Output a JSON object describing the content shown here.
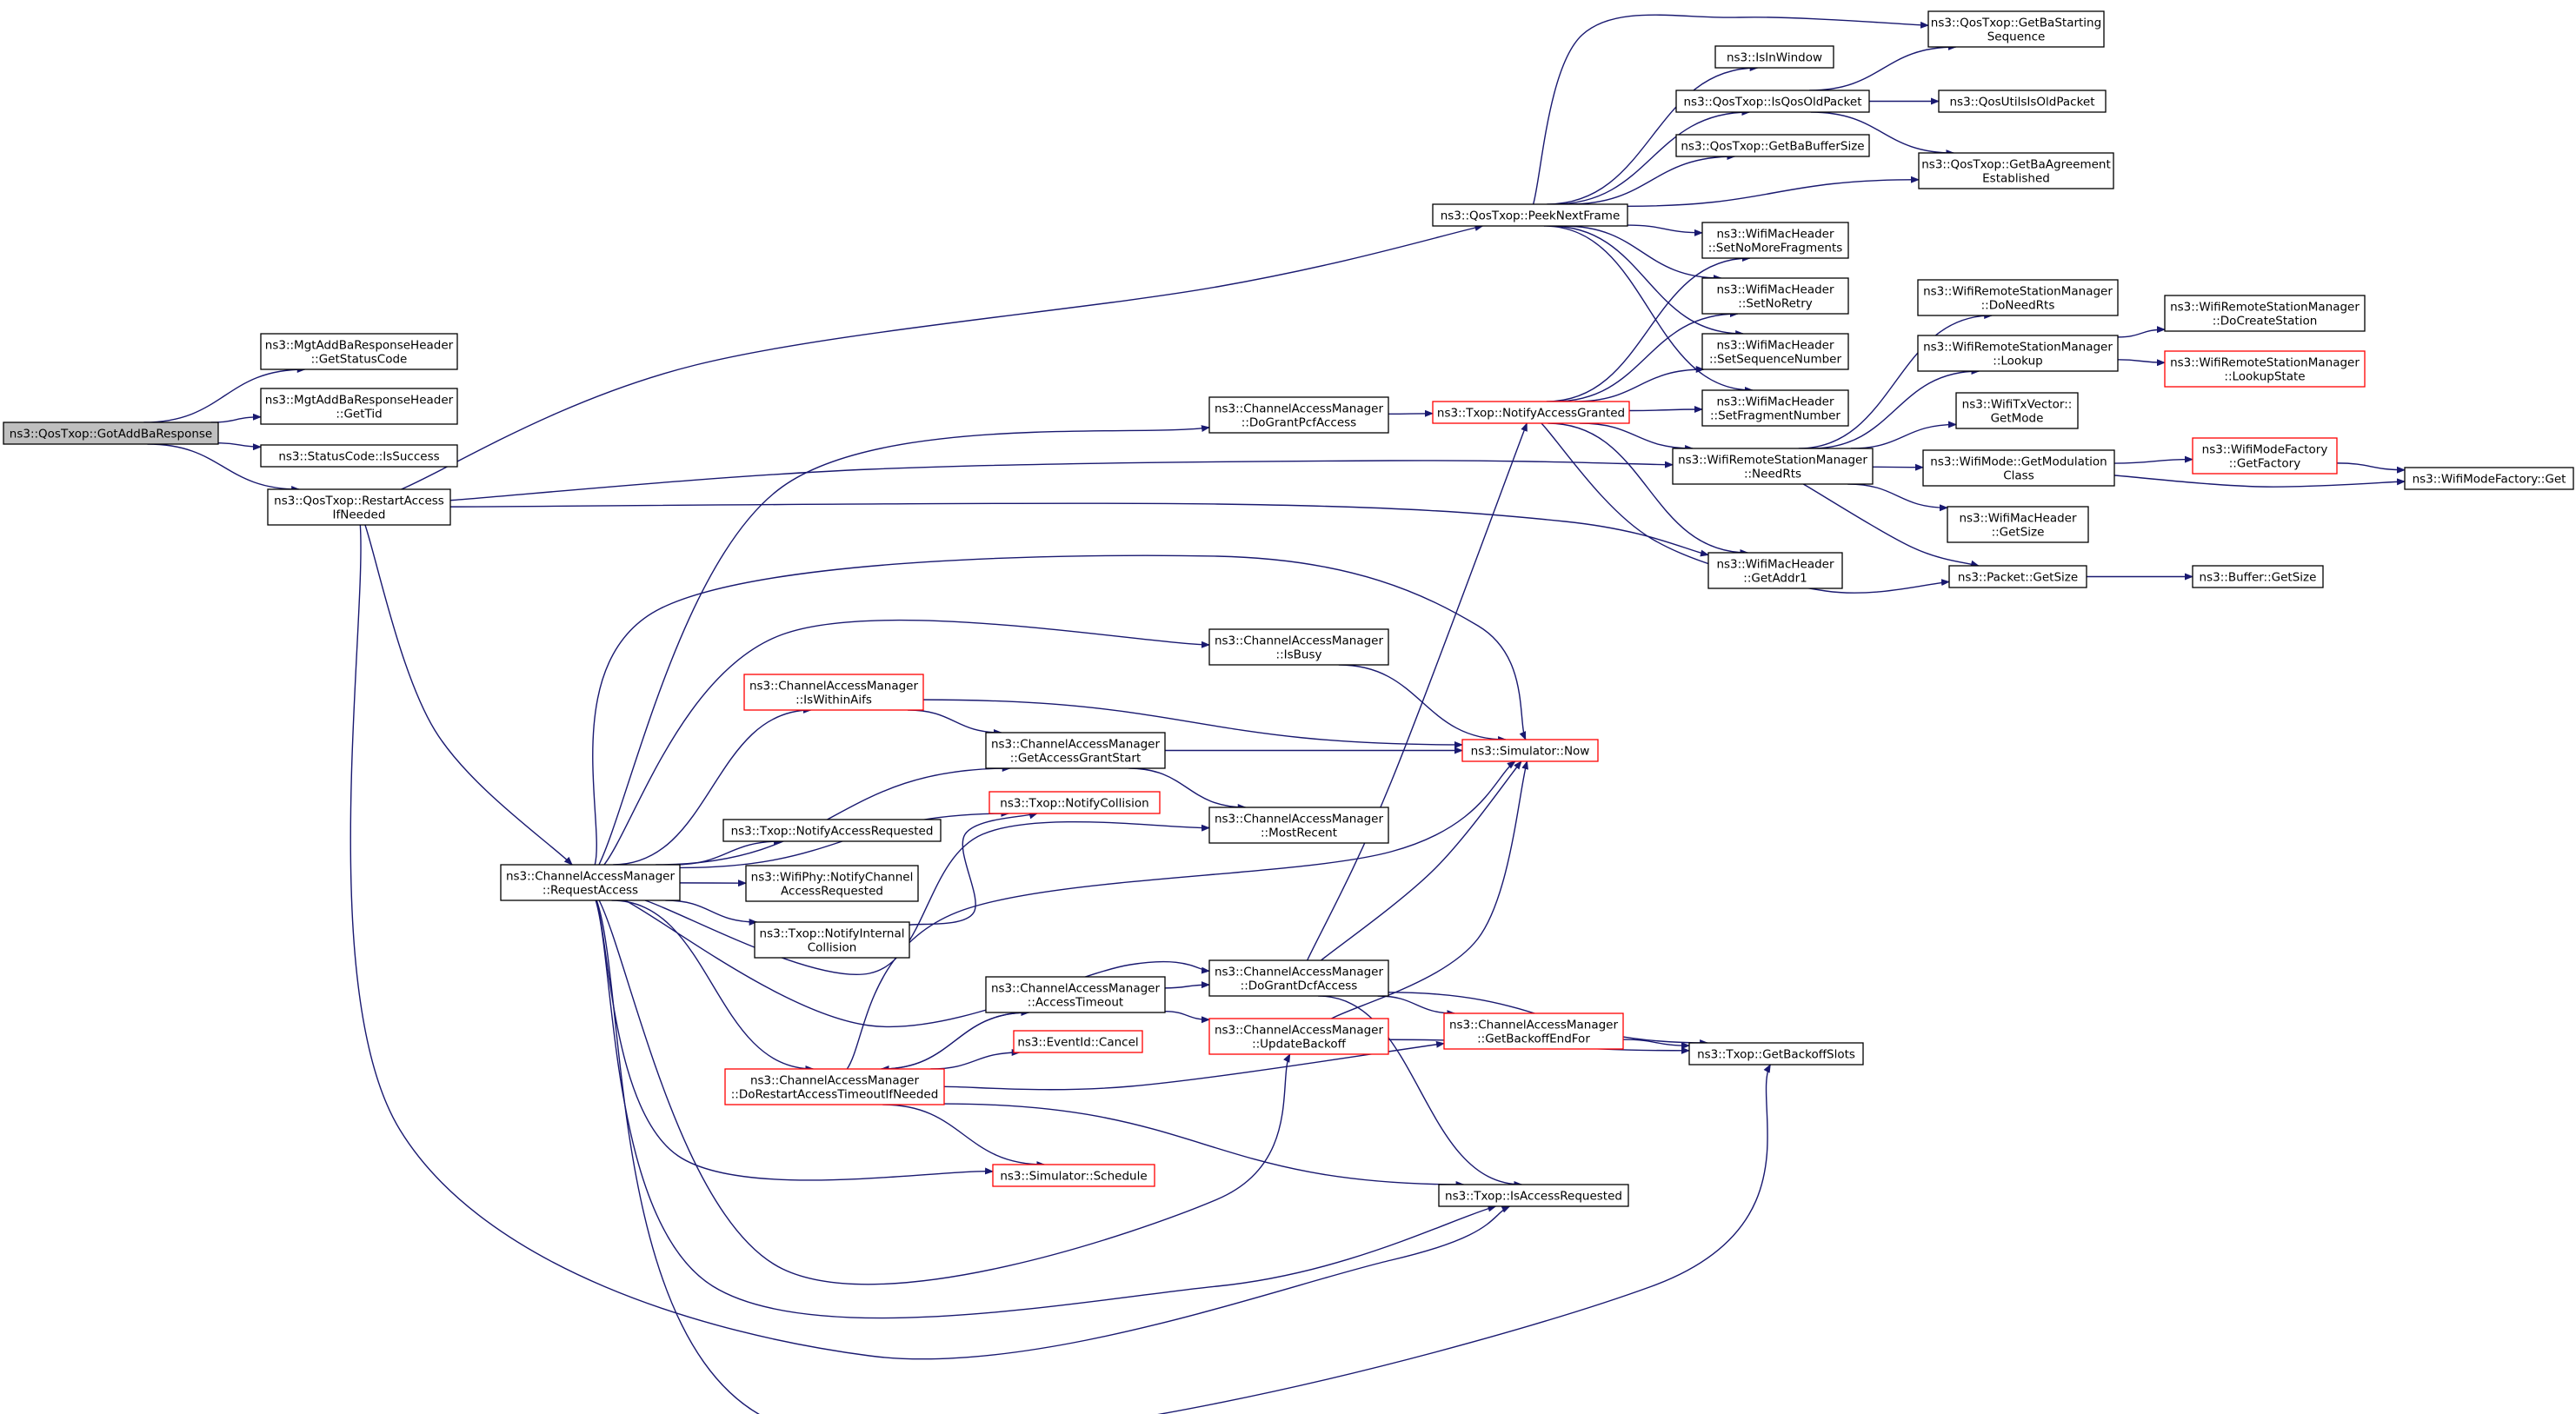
{
  "colors": {
    "edge": "#191970",
    "node_border": "#000000",
    "node_border_truncated": "#ff0000",
    "root_fill": "#bfbfbf",
    "node_fill": "#ffffff",
    "text": "#000000"
  },
  "nodes": [
    {
      "id": "got_add_ba_response",
      "lines": [
        "ns3::QosTxop::GotAddBaResponse"
      ],
      "style": "root"
    },
    {
      "id": "mgt_get_status_code",
      "lines": [
        "ns3::MgtAddBaResponseHeader",
        "::GetStatusCode"
      ]
    },
    {
      "id": "mgt_get_tid",
      "lines": [
        "ns3::MgtAddBaResponseHeader",
        "::GetTid"
      ]
    },
    {
      "id": "status_is_success",
      "lines": [
        "ns3::StatusCode::IsSuccess"
      ]
    },
    {
      "id": "restart_access_if_needed",
      "lines": [
        "ns3::QosTxop::RestartAccess",
        "IfNeeded"
      ]
    },
    {
      "id": "peek_next_frame",
      "lines": [
        "ns3::QosTxop::PeekNextFrame"
      ]
    },
    {
      "id": "get_ba_starting_sequence",
      "lines": [
        "ns3::QosTxop::GetBaStarting",
        "Sequence"
      ]
    },
    {
      "id": "is_in_window",
      "lines": [
        "ns3::IsInWindow"
      ]
    },
    {
      "id": "is_qos_old_packet",
      "lines": [
        "ns3::QosTxop::IsQosOldPacket"
      ]
    },
    {
      "id": "qos_utils_is_old_packet",
      "lines": [
        "ns3::QosUtilsIsOldPacket"
      ]
    },
    {
      "id": "get_ba_buffer_size",
      "lines": [
        "ns3::QosTxop::GetBaBufferSize"
      ]
    },
    {
      "id": "get_ba_agreement_established",
      "lines": [
        "ns3::QosTxop::GetBaAgreement",
        "Established"
      ]
    },
    {
      "id": "set_no_more_fragments",
      "lines": [
        "ns3::WifiMacHeader",
        "::SetNoMoreFragments"
      ]
    },
    {
      "id": "set_no_retry",
      "lines": [
        "ns3::WifiMacHeader",
        "::SetNoRetry"
      ]
    },
    {
      "id": "set_sequence_number",
      "lines": [
        "ns3::WifiMacHeader",
        "::SetSequenceNumber"
      ]
    },
    {
      "id": "set_fragment_number",
      "lines": [
        "ns3::WifiMacHeader",
        "::SetFragmentNumber"
      ]
    },
    {
      "id": "do_grant_pcf_access",
      "lines": [
        "ns3::ChannelAccessManager",
        "::DoGrantPcfAccess"
      ]
    },
    {
      "id": "notify_access_granted",
      "lines": [
        "ns3::Txop::NotifyAccessGranted"
      ],
      "style": "truncated"
    },
    {
      "id": "wrsm_need_rts",
      "lines": [
        "ns3::WifiRemoteStationManager",
        "::NeedRts"
      ]
    },
    {
      "id": "wrsm_do_need_rts",
      "lines": [
        "ns3::WifiRemoteStationManager",
        "::DoNeedRts"
      ]
    },
    {
      "id": "wrsm_lookup",
      "lines": [
        "ns3::WifiRemoteStationManager",
        "::Lookup"
      ]
    },
    {
      "id": "wrsm_do_create_station",
      "lines": [
        "ns3::WifiRemoteStationManager",
        "::DoCreateStation"
      ]
    },
    {
      "id": "wrsm_lookup_state",
      "lines": [
        "ns3::WifiRemoteStationManager",
        "::LookupState"
      ],
      "style": "truncated"
    },
    {
      "id": "wifi_tx_vector_get_mode",
      "lines": [
        "ns3::WifiTxVector::",
        "GetMode"
      ]
    },
    {
      "id": "wifi_mode_get_modulation_class",
      "lines": [
        "ns3::WifiMode::GetModulation",
        "Class"
      ]
    },
    {
      "id": "wifi_mode_factory_get_factory",
      "lines": [
        "ns3::WifiModeFactory",
        "::GetFactory"
      ],
      "style": "truncated"
    },
    {
      "id": "wifi_mode_factory_get",
      "lines": [
        "ns3::WifiModeFactory::Get"
      ]
    },
    {
      "id": "wifi_mac_header_get_size",
      "lines": [
        "ns3::WifiMacHeader",
        "::GetSize"
      ]
    },
    {
      "id": "wifi_mac_header_get_addr1",
      "lines": [
        "ns3::WifiMacHeader",
        "::GetAddr1"
      ]
    },
    {
      "id": "packet_get_size",
      "lines": [
        "ns3::Packet::GetSize"
      ]
    },
    {
      "id": "buffer_get_size",
      "lines": [
        "ns3::Buffer::GetSize"
      ]
    },
    {
      "id": "cam_is_busy",
      "lines": [
        "ns3::ChannelAccessManager",
        "::IsBusy"
      ]
    },
    {
      "id": "cam_is_within_aifs",
      "lines": [
        "ns3::ChannelAccessManager",
        "::IsWithinAifs"
      ],
      "style": "truncated"
    },
    {
      "id": "simulator_now",
      "lines": [
        "ns3::Simulator::Now"
      ],
      "style": "truncated"
    },
    {
      "id": "cam_get_access_grant_start",
      "lines": [
        "ns3::ChannelAccessManager",
        "::GetAccessGrantStart"
      ]
    },
    {
      "id": "txop_notify_collision",
      "lines": [
        "ns3::Txop::NotifyCollision"
      ],
      "style": "truncated"
    },
    {
      "id": "cam_most_recent",
      "lines": [
        "ns3::ChannelAccessManager",
        "::MostRecent"
      ]
    },
    {
      "id": "txop_notify_access_requested",
      "lines": [
        "ns3::Txop::NotifyAccessRequested"
      ]
    },
    {
      "id": "cam_request_access",
      "lines": [
        "ns3::ChannelAccessManager",
        "::RequestAccess"
      ]
    },
    {
      "id": "wifi_phy_notify_channel_access_requested",
      "lines": [
        "ns3::WifiPhy::NotifyChannel",
        "AccessRequested"
      ]
    },
    {
      "id": "txop_notify_internal_collision",
      "lines": [
        "ns3::Txop::NotifyInternal",
        "Collision"
      ]
    },
    {
      "id": "cam_do_grant_dcf_access",
      "lines": [
        "ns3::ChannelAccessManager",
        "::DoGrantDcfAccess"
      ]
    },
    {
      "id": "cam_access_timeout",
      "lines": [
        "ns3::ChannelAccessManager",
        "::AccessTimeout"
      ]
    },
    {
      "id": "cam_update_backoff",
      "lines": [
        "ns3::ChannelAccessManager",
        "::UpdateBackoff"
      ],
      "style": "truncated"
    },
    {
      "id": "cam_get_backoff_end_for",
      "lines": [
        "ns3::ChannelAccessManager",
        "::GetBackoffEndFor"
      ],
      "style": "truncated"
    },
    {
      "id": "txop_get_backoff_slots",
      "lines": [
        "ns3::Txop::GetBackoffSlots"
      ]
    },
    {
      "id": "event_id_cancel",
      "lines": [
        "ns3::EventId::Cancel"
      ],
      "style": "truncated"
    },
    {
      "id": "cam_do_restart_access_timeout_if_needed",
      "lines": [
        "ns3::ChannelAccessManager",
        "::DoRestartAccessTimeoutIfNeeded"
      ],
      "style": "truncated"
    },
    {
      "id": "simulator_schedule",
      "lines": [
        "ns3::Simulator::Schedule"
      ],
      "style": "truncated"
    },
    {
      "id": "txop_is_access_requested",
      "lines": [
        "ns3::Txop::IsAccessRequested"
      ]
    }
  ],
  "edges": [
    [
      "got_add_ba_response",
      "mgt_get_status_code"
    ],
    [
      "got_add_ba_response",
      "mgt_get_tid"
    ],
    [
      "got_add_ba_response",
      "status_is_success"
    ],
    [
      "got_add_ba_response",
      "restart_access_if_needed"
    ],
    [
      "restart_access_if_needed",
      "peek_next_frame"
    ],
    [
      "restart_access_if_needed",
      "wrsm_need_rts"
    ],
    [
      "restart_access_if_needed",
      "wifi_mac_header_get_addr1"
    ],
    [
      "restart_access_if_needed",
      "cam_request_access"
    ],
    [
      "restart_access_if_needed",
      "txop_is_access_requested"
    ],
    [
      "peek_next_frame",
      "get_ba_starting_sequence"
    ],
    [
      "peek_next_frame",
      "is_in_window"
    ],
    [
      "peek_next_frame",
      "is_qos_old_packet"
    ],
    [
      "peek_next_frame",
      "get_ba_buffer_size"
    ],
    [
      "peek_next_frame",
      "get_ba_agreement_established"
    ],
    [
      "peek_next_frame",
      "set_no_more_fragments"
    ],
    [
      "peek_next_frame",
      "set_no_retry"
    ],
    [
      "peek_next_frame",
      "set_sequence_number"
    ],
    [
      "peek_next_frame",
      "set_fragment_number"
    ],
    [
      "is_qos_old_packet",
      "get_ba_starting_sequence"
    ],
    [
      "is_qos_old_packet",
      "qos_utils_is_old_packet"
    ],
    [
      "is_qos_old_packet",
      "get_ba_agreement_established"
    ],
    [
      "do_grant_pcf_access",
      "notify_access_granted"
    ],
    [
      "notify_access_granted",
      "set_no_more_fragments"
    ],
    [
      "notify_access_granted",
      "set_no_retry"
    ],
    [
      "notify_access_granted",
      "set_sequence_number"
    ],
    [
      "notify_access_granted",
      "set_fragment_number"
    ],
    [
      "notify_access_granted",
      "wrsm_need_rts"
    ],
    [
      "notify_access_granted",
      "wifi_mac_header_get_addr1"
    ],
    [
      "notify_access_granted",
      "packet_get_size"
    ],
    [
      "wrsm_need_rts",
      "wrsm_do_need_rts"
    ],
    [
      "wrsm_need_rts",
      "wrsm_lookup"
    ],
    [
      "wrsm_need_rts",
      "wifi_tx_vector_get_mode"
    ],
    [
      "wrsm_need_rts",
      "wifi_mode_get_modulation_class"
    ],
    [
      "wrsm_need_rts",
      "wifi_mac_header_get_size"
    ],
    [
      "wrsm_need_rts",
      "packet_get_size"
    ],
    [
      "wrsm_lookup",
      "wrsm_do_create_station"
    ],
    [
      "wrsm_lookup",
      "wrsm_lookup_state"
    ],
    [
      "wifi_mode_get_modulation_class",
      "wifi_mode_factory_get_factory"
    ],
    [
      "wifi_mode_get_modulation_class",
      "wifi_mode_factory_get"
    ],
    [
      "wifi_mode_factory_get_factory",
      "wifi_mode_factory_get"
    ],
    [
      "packet_get_size",
      "buffer_get_size"
    ],
    [
      "cam_request_access",
      "do_grant_pcf_access"
    ],
    [
      "cam_request_access",
      "cam_is_busy"
    ],
    [
      "cam_request_access",
      "simulator_now"
    ],
    [
      "cam_request_access",
      "cam_is_within_aifs"
    ],
    [
      "cam_request_access",
      "cam_get_access_grant_start"
    ],
    [
      "cam_request_access",
      "txop_notify_collision"
    ],
    [
      "cam_request_access",
      "cam_most_recent"
    ],
    [
      "cam_request_access",
      "txop_notify_access_requested"
    ],
    [
      "cam_request_access",
      "wifi_phy_notify_channel_access_requested"
    ],
    [
      "cam_request_access",
      "txop_notify_internal_collision"
    ],
    [
      "cam_request_access",
      "cam_do_grant_dcf_access"
    ],
    [
      "cam_request_access",
      "cam_do_restart_access_timeout_if_needed"
    ],
    [
      "cam_request_access",
      "simulator_schedule"
    ],
    [
      "cam_request_access",
      "cam_update_backoff"
    ],
    [
      "cam_request_access",
      "txop_is_access_requested"
    ],
    [
      "cam_request_access",
      "txop_get_backoff_slots"
    ],
    [
      "cam_is_busy",
      "simulator_now"
    ],
    [
      "cam_is_within_aifs",
      "simulator_now"
    ],
    [
      "cam_is_within_aifs",
      "cam_get_access_grant_start"
    ],
    [
      "cam_get_access_grant_start",
      "simulator_now"
    ],
    [
      "cam_get_access_grant_start",
      "cam_most_recent"
    ],
    [
      "txop_notify_internal_collision",
      "txop_notify_collision"
    ],
    [
      "cam_do_grant_dcf_access",
      "notify_access_granted"
    ],
    [
      "cam_do_grant_dcf_access",
      "simulator_now"
    ],
    [
      "cam_do_grant_dcf_access",
      "cam_get_backoff_end_for"
    ],
    [
      "cam_do_grant_dcf_access",
      "txop_get_backoff_slots"
    ],
    [
      "cam_do_grant_dcf_access",
      "txop_is_access_requested"
    ],
    [
      "cam_access_timeout",
      "cam_do_grant_dcf_access"
    ],
    [
      "cam_access_timeout",
      "cam_update_backoff"
    ],
    [
      "cam_access_timeout",
      "cam_do_restart_access_timeout_if_needed"
    ],
    [
      "cam_update_backoff",
      "simulator_now"
    ],
    [
      "cam_update_backoff",
      "txop_get_backoff_slots"
    ],
    [
      "cam_get_backoff_end_for",
      "txop_get_backoff_slots"
    ],
    [
      "cam_do_restart_access_timeout_if_needed",
      "simulator_now"
    ],
    [
      "cam_do_restart_access_timeout_if_needed",
      "cam_access_timeout"
    ],
    [
      "cam_do_restart_access_timeout_if_needed",
      "event_id_cancel"
    ],
    [
      "cam_do_restart_access_timeout_if_needed",
      "cam_get_backoff_end_for"
    ],
    [
      "cam_do_restart_access_timeout_if_needed",
      "simulator_schedule"
    ],
    [
      "cam_do_restart_access_timeout_if_needed",
      "txop_is_access_requested"
    ]
  ]
}
